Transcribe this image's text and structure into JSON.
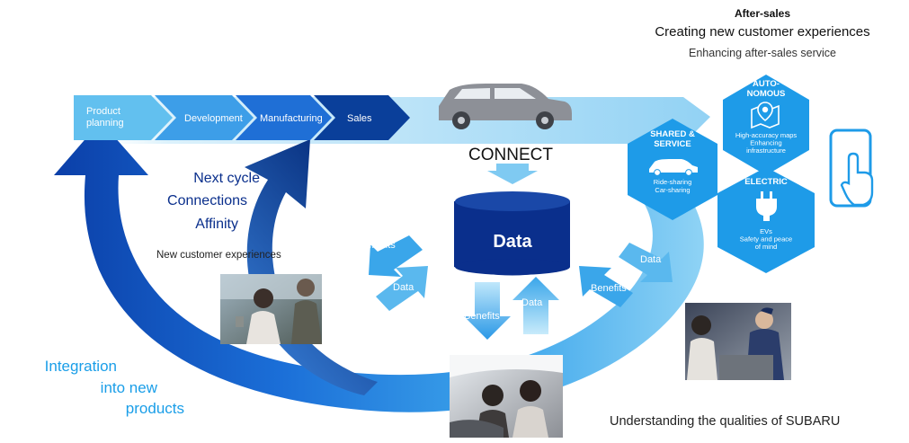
{
  "aftersales": {
    "heading": "After-sales",
    "title": "Creating new customer experiences",
    "subtitle": "Enhancing after-sales service"
  },
  "process_steps": [
    "Product planning",
    "Development",
    "Manufacturing",
    "Sales"
  ],
  "connect_label": "CONNECT",
  "data_label": "Data",
  "next_cycle": [
    "Next cycle",
    "Connections",
    "Affinity"
  ],
  "new_customer_experiences": "New customer experiences",
  "integration": [
    "Integration",
    "into new",
    "products"
  ],
  "understanding": "Understanding the qualities of SUBARU",
  "arrows": {
    "benefits": "Benefits",
    "data": "Data"
  },
  "hexagons": {
    "autonomous": {
      "title": "AUTO-\nNOMOUS",
      "desc": "High-accuracy maps\nEnhancing\ninfrastructure",
      "icon": "map-pin-icon"
    },
    "shared": {
      "title": "SHARED &\nSERVICE",
      "desc": "Ride-sharing\nCar-sharing",
      "icon": "car-icon"
    },
    "electric": {
      "title": "ELECTRIC",
      "desc": "EVs\nSafety and peace\nof mind",
      "icon": "plug-icon"
    }
  },
  "colors": {
    "dark_blue": "#0a2f8c",
    "mid_blue": "#1f6fd6",
    "light_blue": "#5cbcf0",
    "pale_blue": "#a8def7",
    "hex_blue": "#1e9be8",
    "accent_text": "#1a9ee8"
  }
}
